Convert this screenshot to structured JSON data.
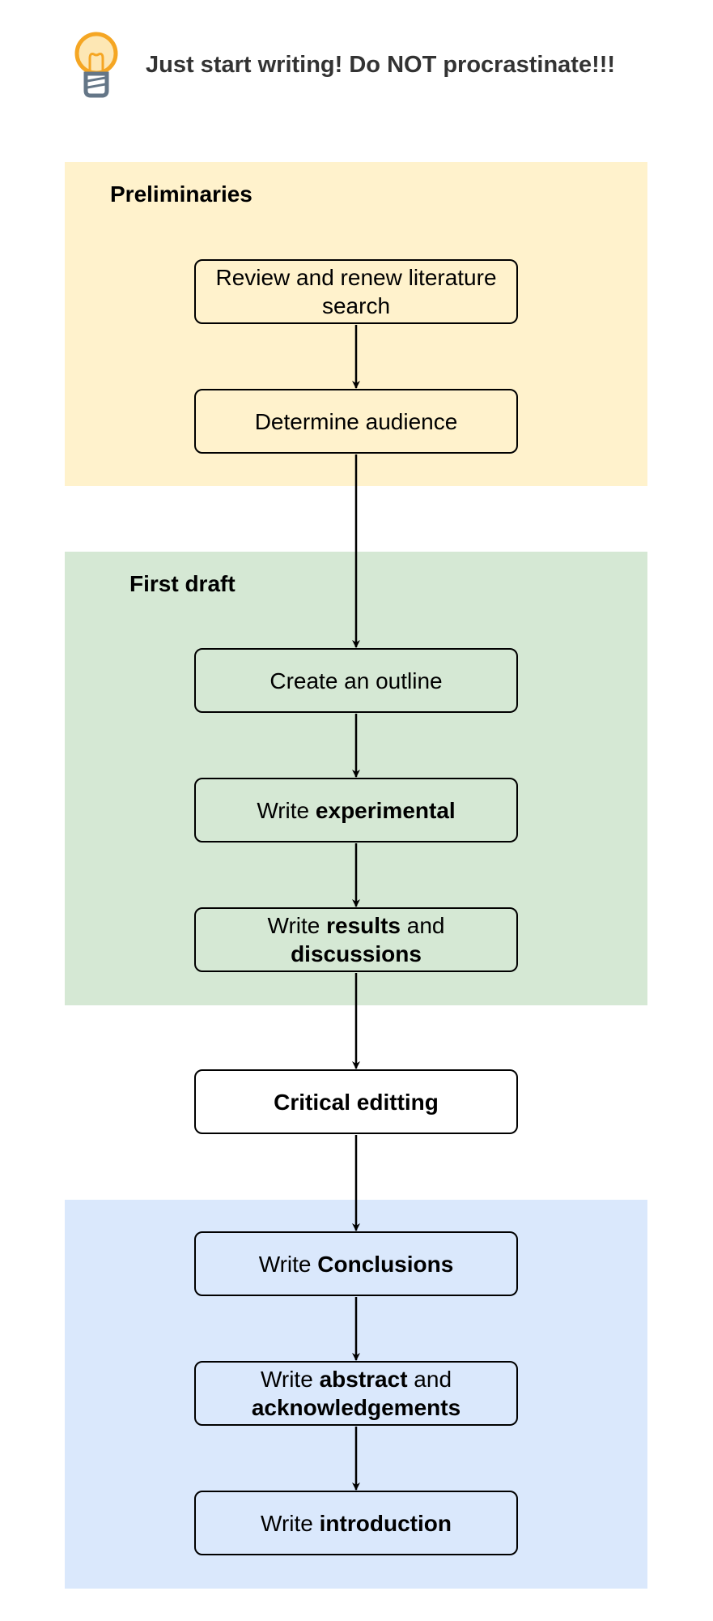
{
  "header": {
    "icon": "lightbulb-icon",
    "title": "Just start writing! Do NOT procrastinate!!!"
  },
  "groups": {
    "preliminaries": {
      "title": "Preliminaries"
    },
    "first_draft": {
      "title": "First draft"
    }
  },
  "nodes": {
    "review_literature": {
      "line1": "Review and renew literature",
      "line2": "search"
    },
    "determine_audience": {
      "text": "Determine audience"
    },
    "create_outline": {
      "text": "Create an outline"
    },
    "write_experimental": {
      "prefix": "Write ",
      "bold": "experimental"
    },
    "write_results": {
      "prefix": "Write ",
      "bold1": "results",
      "mid": " and",
      "bold2": "discussions"
    },
    "critical_editing": {
      "bold": "Critical editting"
    },
    "write_conclusions": {
      "prefix": "Write ",
      "bold": "Conclusions"
    },
    "write_abstract": {
      "prefix": "Write ",
      "bold1": "abstract",
      "mid": " and",
      "bold2": "acknowledgements"
    },
    "write_introduction": {
      "prefix": "Write ",
      "bold": "introduction"
    }
  },
  "edges": [
    {
      "from": "review_literature",
      "to": "determine_audience"
    },
    {
      "from": "determine_audience",
      "to": "create_outline"
    },
    {
      "from": "create_outline",
      "to": "write_experimental"
    },
    {
      "from": "write_experimental",
      "to": "write_results"
    },
    {
      "from": "write_results",
      "to": "critical_editing"
    },
    {
      "from": "critical_editing",
      "to": "write_conclusions"
    },
    {
      "from": "write_conclusions",
      "to": "write_abstract"
    },
    {
      "from": "write_abstract",
      "to": "write_introduction"
    }
  ],
  "colors": {
    "preliminaries_fill": "#fff2cc",
    "first_draft_fill": "#d5e8d4",
    "final_fill": "#dae8fc",
    "bulb_orange": "#f5a623",
    "bulb_base": "#647687",
    "edge": "#000000"
  }
}
